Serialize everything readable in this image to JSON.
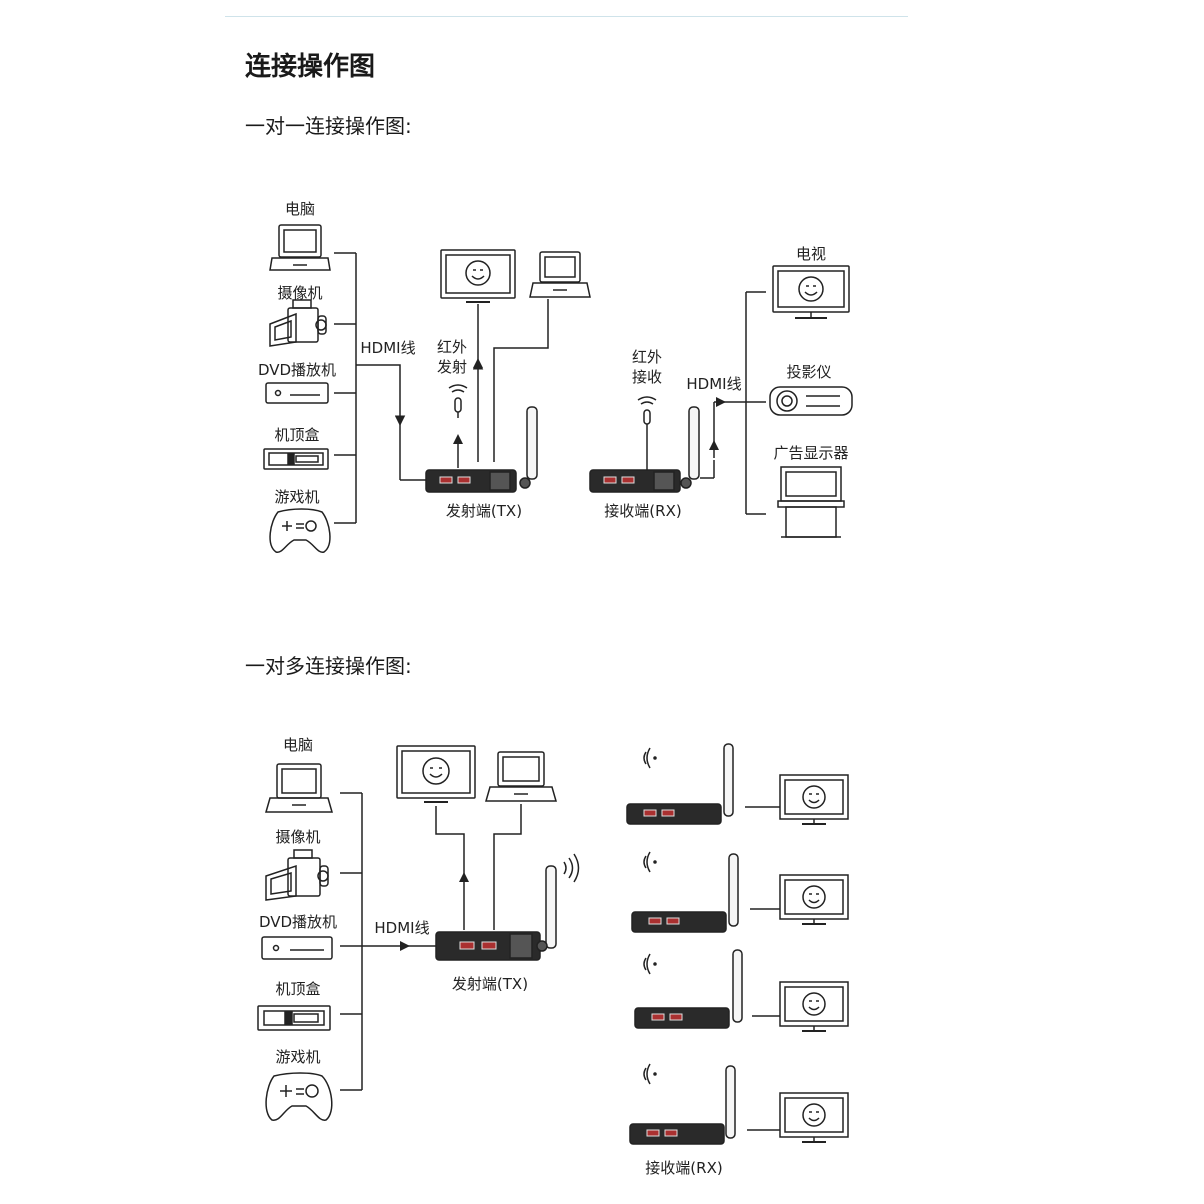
{
  "title": "连接操作图",
  "section1": {
    "heading": "一对一连接操作图:",
    "sources": [
      "电脑",
      "摄像机",
      "DVD播放机",
      "机顶盒",
      "游戏机"
    ],
    "cable_label": "HDMI线",
    "ir_tx_label_line1": "红外",
    "ir_tx_label_line2": "发射",
    "tx_label": "发射端(TX)",
    "ir_rx_label_line1": "红外",
    "ir_rx_label_line2": "接收",
    "rx_cable_label": "HDMI线",
    "rx_label": "接收端(RX)",
    "outputs": [
      "电视",
      "投影仪",
      "广告显示器"
    ]
  },
  "section2": {
    "heading": "一对多连接操作图:",
    "sources": [
      "电脑",
      "摄像机",
      "DVD播放机",
      "机顶盒",
      "游戏机"
    ],
    "cable_label": "HDMI线",
    "tx_label": "发射端(TX)",
    "rx_label": "接收端(RX)"
  },
  "icons": [
    "laptop-icon",
    "camcorder-icon",
    "dvd-player-icon",
    "set-top-box-icon",
    "gamepad-icon",
    "monitor-icon",
    "tv-icon",
    "projector-icon",
    "signage-icon",
    "transmitter-icon",
    "receiver-icon",
    "ir-sensor-icon",
    "wifi-signal-icon"
  ]
}
